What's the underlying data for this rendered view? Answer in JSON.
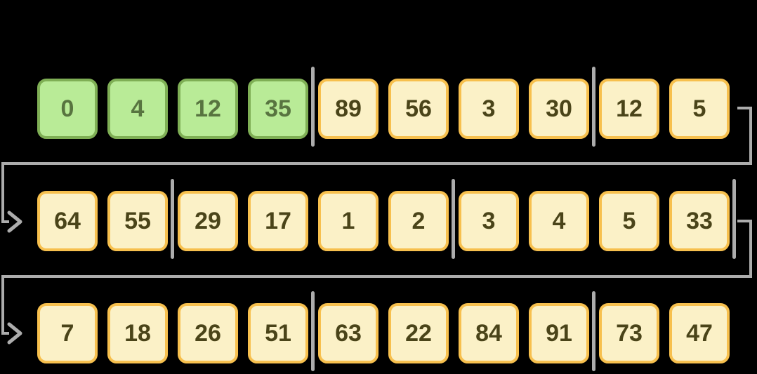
{
  "diagram": {
    "description": "Three arrays of numbered boxes with group dividers and wrap-around arrows from the end of each row to the start of the next",
    "rows": [
      {
        "name": "row-1",
        "cells": [
          "0",
          "4",
          "12",
          "35",
          "89",
          "56",
          "3",
          "30",
          "12",
          "5"
        ],
        "green_highlighted_cells": [
          "0",
          "4",
          "12",
          "35"
        ],
        "dividers_after_positions": [
          4,
          8
        ]
      },
      {
        "name": "row-2",
        "cells": [
          "64",
          "55",
          "29",
          "17",
          "1",
          "2",
          "3",
          "4",
          "5",
          "33"
        ],
        "green_highlighted_cells": [],
        "dividers_after_positions": [
          2,
          6,
          10
        ]
      },
      {
        "name": "row-3",
        "cells": [
          "7",
          "18",
          "26",
          "51",
          "63",
          "22",
          "84",
          "91",
          "73",
          "47"
        ],
        "green_highlighted_cells": [],
        "dividers_after_positions": [
          4,
          8
        ]
      }
    ],
    "connectors": [
      {
        "from": "row-1-end",
        "to": "row-2-start",
        "direction": "right"
      },
      {
        "from": "row-2-end",
        "to": "row-3-start",
        "direction": "right"
      }
    ],
    "colors": {
      "background": "#000000",
      "green_cell_fill": "#b9eb97",
      "green_cell_border": "#7faf55",
      "green_cell_text": "#587440",
      "yellow_cell_fill": "#fbf1c7",
      "yellow_cell_border": "#f7c04e",
      "yellow_cell_text": "#4a4419",
      "divider_gray": "#acacac",
      "connector_gray": "#acacac"
    }
  }
}
